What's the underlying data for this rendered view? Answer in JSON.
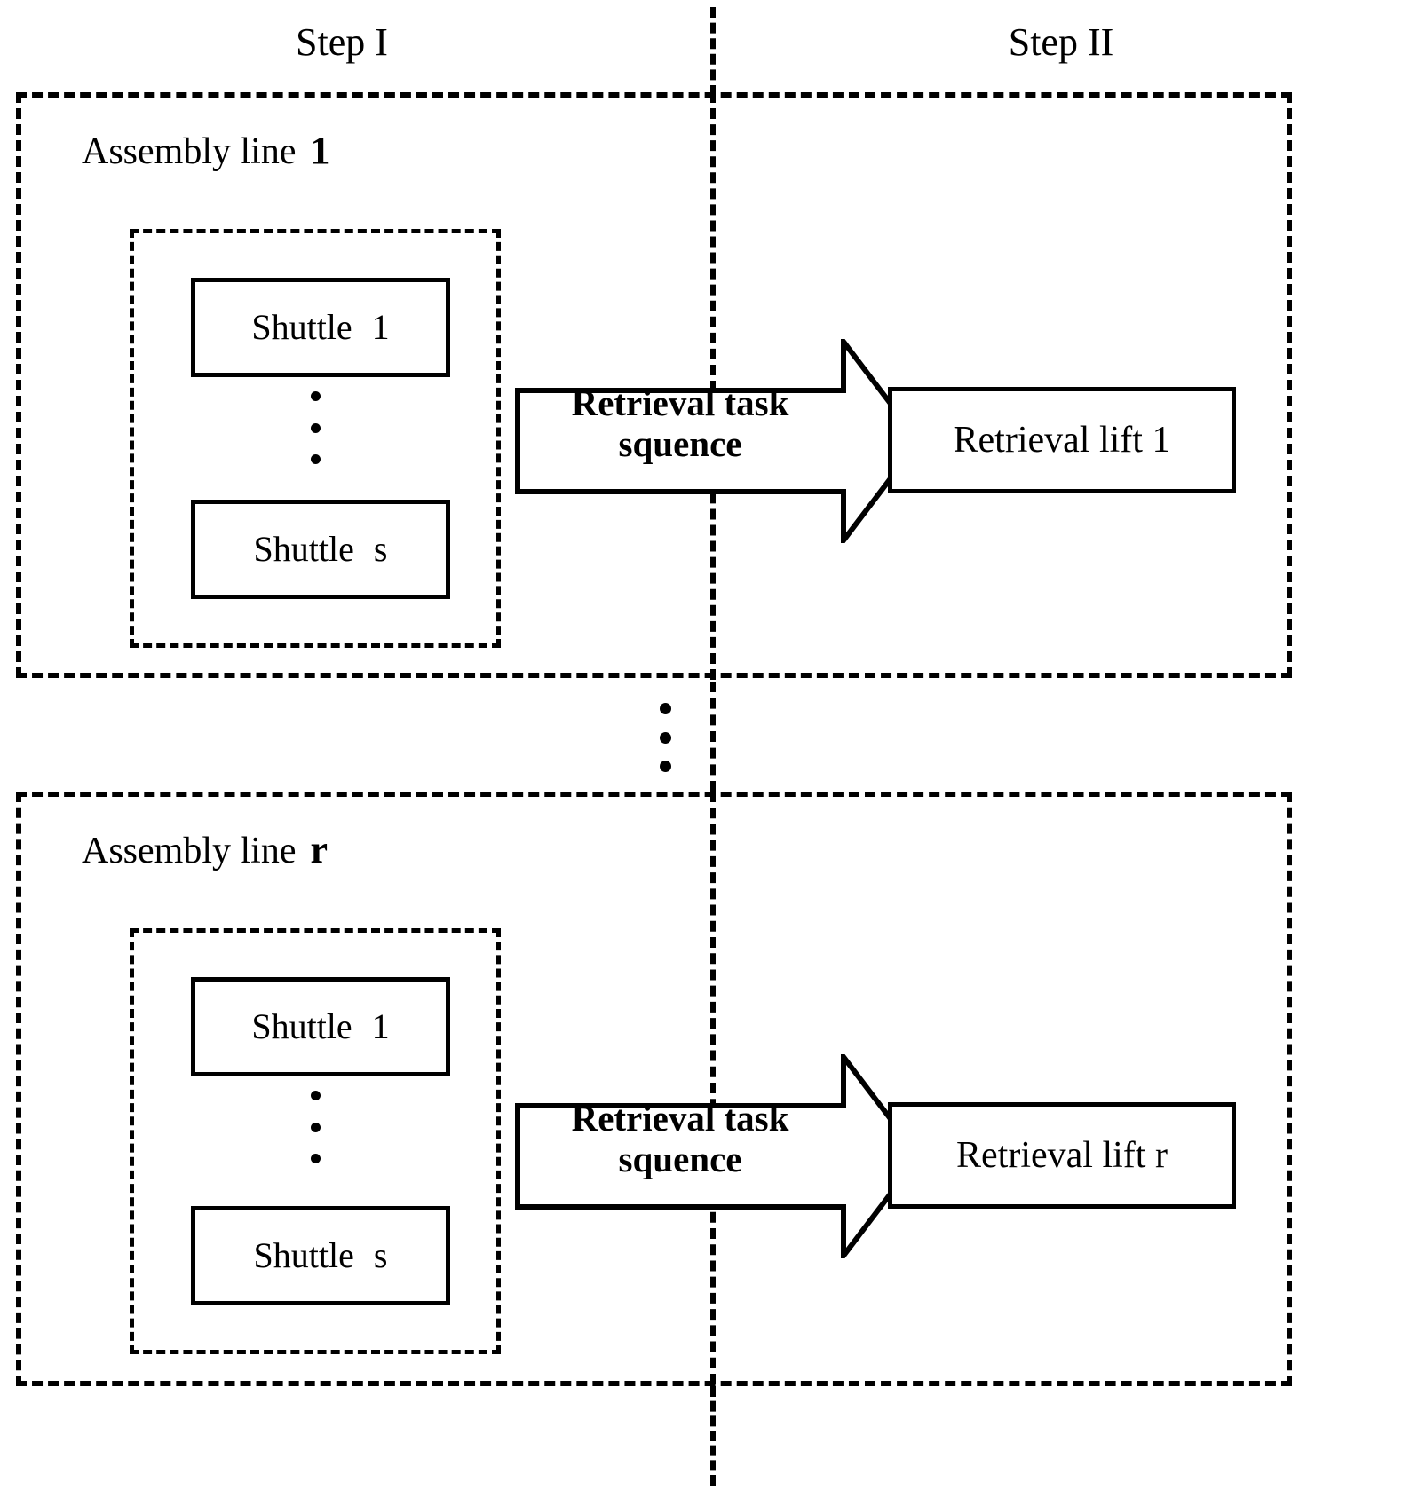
{
  "diagram": {
    "title": "Two-step retrieval task assignment in assembly lines",
    "background_color": "#ffffff",
    "line_color": "#000000"
  },
  "header": {
    "step_1": "Step I",
    "step_2": "Step II"
  },
  "assembly_lines": [
    {
      "title_text": "Assembly line",
      "index": "1",
      "shuttles": [
        {
          "label": "Shuttle",
          "index": "1"
        },
        {
          "label": "Shuttle",
          "index": "s"
        }
      ],
      "shuttle_ellipsis": "vertical-ellipsis",
      "arrow": {
        "line1": "Retrieval task",
        "line2": "squence",
        "direction": "right"
      },
      "lift": {
        "label": "Retrieval lift 1"
      }
    },
    {
      "title_text": "Assembly line",
      "index": "r",
      "shuttles": [
        {
          "label": "Shuttle",
          "index": "1"
        },
        {
          "label": "Shuttle",
          "index": "s"
        }
      ],
      "shuttle_ellipsis": "vertical-ellipsis",
      "arrow": {
        "line1": "Retrieval task",
        "line2": "squence",
        "direction": "right"
      },
      "lift": {
        "label": "Retrieval lift r"
      }
    }
  ],
  "between_blocks_ellipsis": "vertical-ellipsis",
  "center_divider": "vertical-dashed-line"
}
